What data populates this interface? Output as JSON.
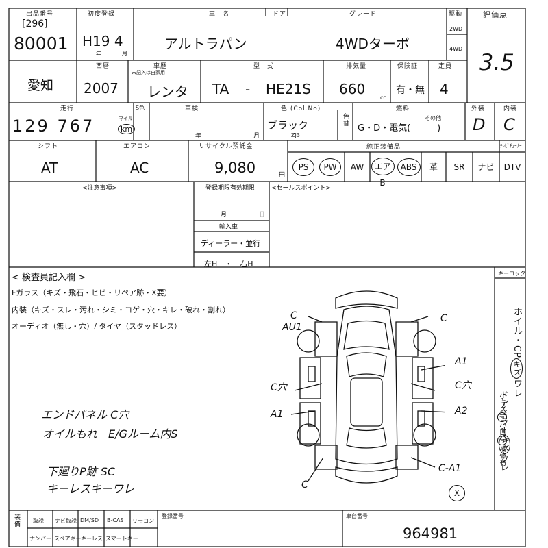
{
  "header": {
    "kanrino_label": "出品番号",
    "lot_small": "[296]",
    "lot_number": "80001",
    "first_reg_label": "初度登録",
    "first_reg": "H19 4",
    "nen": "年",
    "tsuki": "月",
    "model_label": "車　名",
    "door_label": "ドア",
    "grade_label": "グレード",
    "car_name": "アルトラパン",
    "grade": "4WDターボ",
    "drive_label": "駆動",
    "drive_2wd": "2WD",
    "drive_4wd": "4WD",
    "score_label": "評価点",
    "score": "3.5"
  },
  "row2": {
    "region": "愛知",
    "year_label": "西暦",
    "year": "2007",
    "usage_label": "車歴",
    "usage_sub": "未記入は自家用",
    "usage": "レンタ",
    "model_code_label": "型　式",
    "model_prefix": "TA",
    "model_dash": "-",
    "model_code": "HE21S",
    "displacement_label": "排気量",
    "displacement": "660",
    "cc": "cc",
    "shaken_label": "保険証",
    "shaken": "有・無",
    "capacity_label": "定員",
    "capacity": "4"
  },
  "row3": {
    "mileage_label": "走行",
    "mileage": "129 767",
    "mile_unit": "マイル",
    "km_unit": "km",
    "meter_label": "S色",
    "inspection_label": "車検",
    "inspection_nen": "年",
    "inspection_tsuki": "月",
    "color_label": "色 (Col.No)",
    "color": "ブラック",
    "color_code": "ZJ3",
    "color_change_label": "色替",
    "fuel_label": "燃料",
    "fuel": "G・D・電気(　　　)",
    "fuel_other": "その他",
    "exterior_label": "外装",
    "exterior": "D",
    "interior_label": "内装",
    "interior": "C"
  },
  "row4": {
    "shift_label": "シフト",
    "shift": "AT",
    "ac_label": "エアコン",
    "ac": "AC",
    "recycle_label": "リサイクル預託金",
    "recycle": "9,080",
    "yen": "円",
    "equipment_label": "純正装備品",
    "equipment": [
      "PS",
      "PW",
      "AW",
      "エアB",
      "ABS",
      "革",
      "SR",
      "ナビ",
      "DTV"
    ],
    "equipment_circled": [
      "PS",
      "PW",
      "エアB",
      "ABS"
    ],
    "extra_label": "ﾃﾚﾋﾞﾁｭｰﾅｰ"
  },
  "notes": {
    "attention_label": "<注意事項>",
    "reg_deadline_label": "登録期限有効期限",
    "reg_month": "月",
    "reg_day": "日",
    "import_label": "輸入車",
    "dealer": "ディーラー・並行",
    "handle": "左H　・　右H",
    "sales_label": "<セールスポイント>"
  },
  "inspector": {
    "title": "< 検査員記入欄 >",
    "glass": "Fガラス（キズ・飛石・ヒビ・リペア跡・X要）",
    "interior": "内装（キズ・スレ・汚れ・シミ・コゲ・穴・キレ・破れ・割れ）",
    "audio": "オーディオ（無し・穴）/ タイヤ（スタッドレス）",
    "key_label": "キーロック",
    "handwritten": [
      "エンドパネル C穴",
      "オイルもれ　E/Gルーム内S",
      "下廻りP跡 SC",
      "キーレスキーワレ"
    ]
  },
  "damage_marks": {
    "front_left": "C",
    "front_left_2": "AU1",
    "front_right": "C",
    "left_side": "C穴",
    "left_lower": "A1",
    "right_upper": "A1",
    "right_side": "C穴",
    "right_lower": "A2",
    "rear_right": "C-A1",
    "rear_left": "C",
    "circled_x": "X"
  },
  "side_panel": {
    "text1": "ホイル・CP",
    "circ1": "キズ",
    "text2": "ワレ",
    "text3": "ドアミラー",
    "circ2": "キズ",
    "text4": "ワレ",
    "text5": "小キズ",
    "circ3": "有",
    "text6": "小凹",
    "circ4": "有",
    "text7": "補修有"
  },
  "footer": {
    "goods_label": "装備",
    "items_row1": [
      "取説",
      "ナビ取説",
      "DM/SD",
      "B-CAS",
      "リモコン"
    ],
    "items_row2": [
      "ナンバー",
      "スペアキー",
      "キーレス",
      "スマートキー"
    ],
    "reg_no_label": "登録番号",
    "chassis_label": "車台番号",
    "chassis": "964981"
  }
}
